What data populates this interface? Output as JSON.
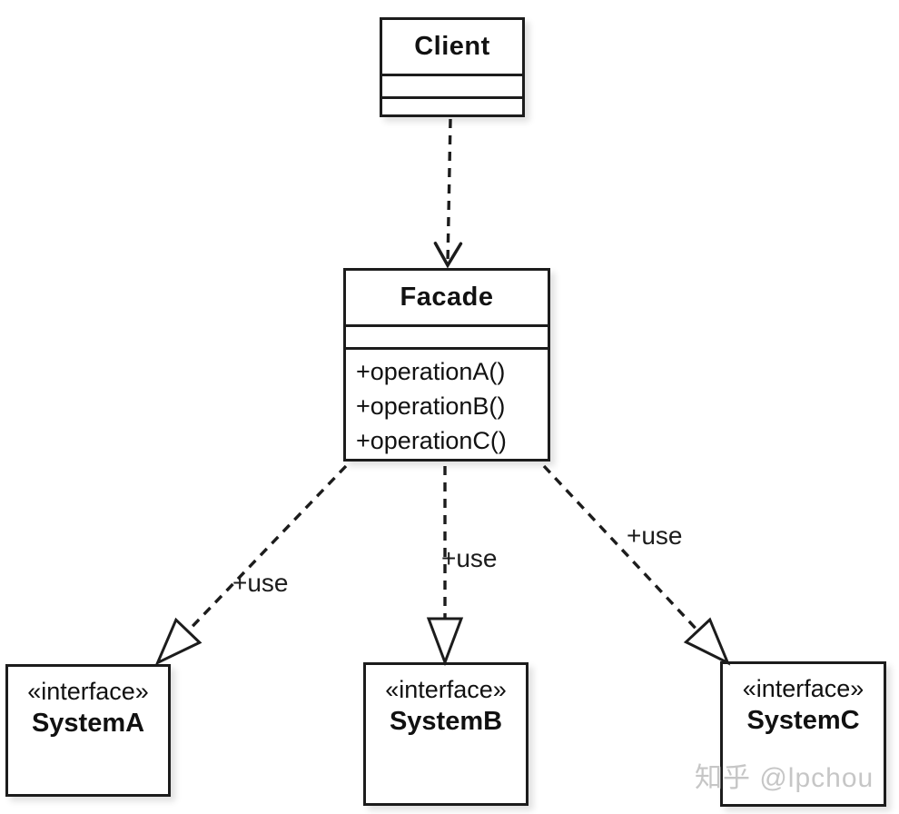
{
  "diagram": {
    "kind": "uml-class-diagram",
    "pattern": "Facade",
    "colors": {
      "background": "#ffffff",
      "stroke": "#1c1c1c",
      "text": "#111111",
      "watermark": "#c6c6c6"
    },
    "client": {
      "name": "Client"
    },
    "facade": {
      "name": "Facade",
      "methods": [
        "+operationA()",
        "+operationB()",
        "+operationC()"
      ]
    },
    "interfaces": [
      {
        "stereotype": "«interface»",
        "name": "SystemA"
      },
      {
        "stereotype": "«interface»",
        "name": "SystemB"
      },
      {
        "stereotype": "«interface»",
        "name": "SystemC"
      }
    ],
    "edges": {
      "use_labels": [
        "+use",
        "+use",
        "+use"
      ]
    },
    "watermark": "知乎 @lpchou"
  }
}
